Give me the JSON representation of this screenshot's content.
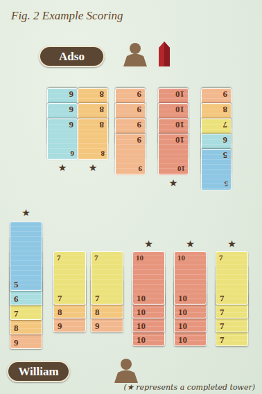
{
  "diagram": {
    "title": "Fig. 2 Example Scoring",
    "caption": "(★ represents a completed tower)",
    "nodes": [
      {
        "text": [
          "Adso"
        ]
      },
      {
        "text": [
          "6"
        ]
      },
      {
        "text": [
          "6"
        ]
      },
      {
        "text": [
          "6",
          "6"
        ]
      },
      {
        "text": [
          "8"
        ]
      },
      {
        "text": [
          "8"
        ]
      },
      {
        "text": [
          "8",
          "8"
        ]
      },
      {
        "text": [
          "9"
        ]
      },
      {
        "text": [
          "9"
        ]
      },
      {
        "text": [
          "9"
        ]
      },
      {
        "text": [
          "9",
          "9"
        ]
      },
      {
        "text": [
          "10"
        ]
      },
      {
        "text": [
          "10"
        ]
      },
      {
        "text": [
          "10"
        ]
      },
      {
        "text": [
          "10",
          "10"
        ]
      },
      {
        "text": [
          "9"
        ]
      },
      {
        "text": [
          "8"
        ]
      },
      {
        "text": [
          "7"
        ]
      },
      {
        "text": [
          "6"
        ]
      },
      {
        "text": [
          "5",
          "5"
        ]
      },
      {
        "text": [
          "5"
        ]
      },
      {
        "text": [
          "6"
        ]
      },
      {
        "text": [
          "7"
        ]
      },
      {
        "text": [
          "8"
        ]
      },
      {
        "text": [
          "9"
        ]
      },
      {
        "text": [
          "7",
          "7"
        ]
      },
      {
        "text": [
          "8"
        ]
      },
      {
        "text": [
          "9"
        ]
      },
      {
        "text": [
          "7",
          "7"
        ]
      },
      {
        "text": [
          "8"
        ]
      },
      {
        "text": [
          "9"
        ]
      },
      {
        "text": [
          "10",
          "10"
        ]
      },
      {
        "text": [
          "10"
        ]
      },
      {
        "text": [
          "10"
        ]
      },
      {
        "text": [
          "10"
        ]
      },
      {
        "text": [
          "10",
          "10"
        ]
      },
      {
        "text": [
          "10"
        ]
      },
      {
        "text": [
          "10"
        ]
      },
      {
        "text": [
          "10"
        ]
      },
      {
        "text": [
          "7",
          "7"
        ]
      },
      {
        "text": [
          "7"
        ]
      },
      {
        "text": [
          "7"
        ]
      },
      {
        "text": [
          "7"
        ]
      },
      {
        "text": [
          "William"
        ]
      }
    ],
    "labels": [
      "★",
      "★",
      "★",
      "★",
      "★",
      "★",
      "★"
    ]
  }
}
